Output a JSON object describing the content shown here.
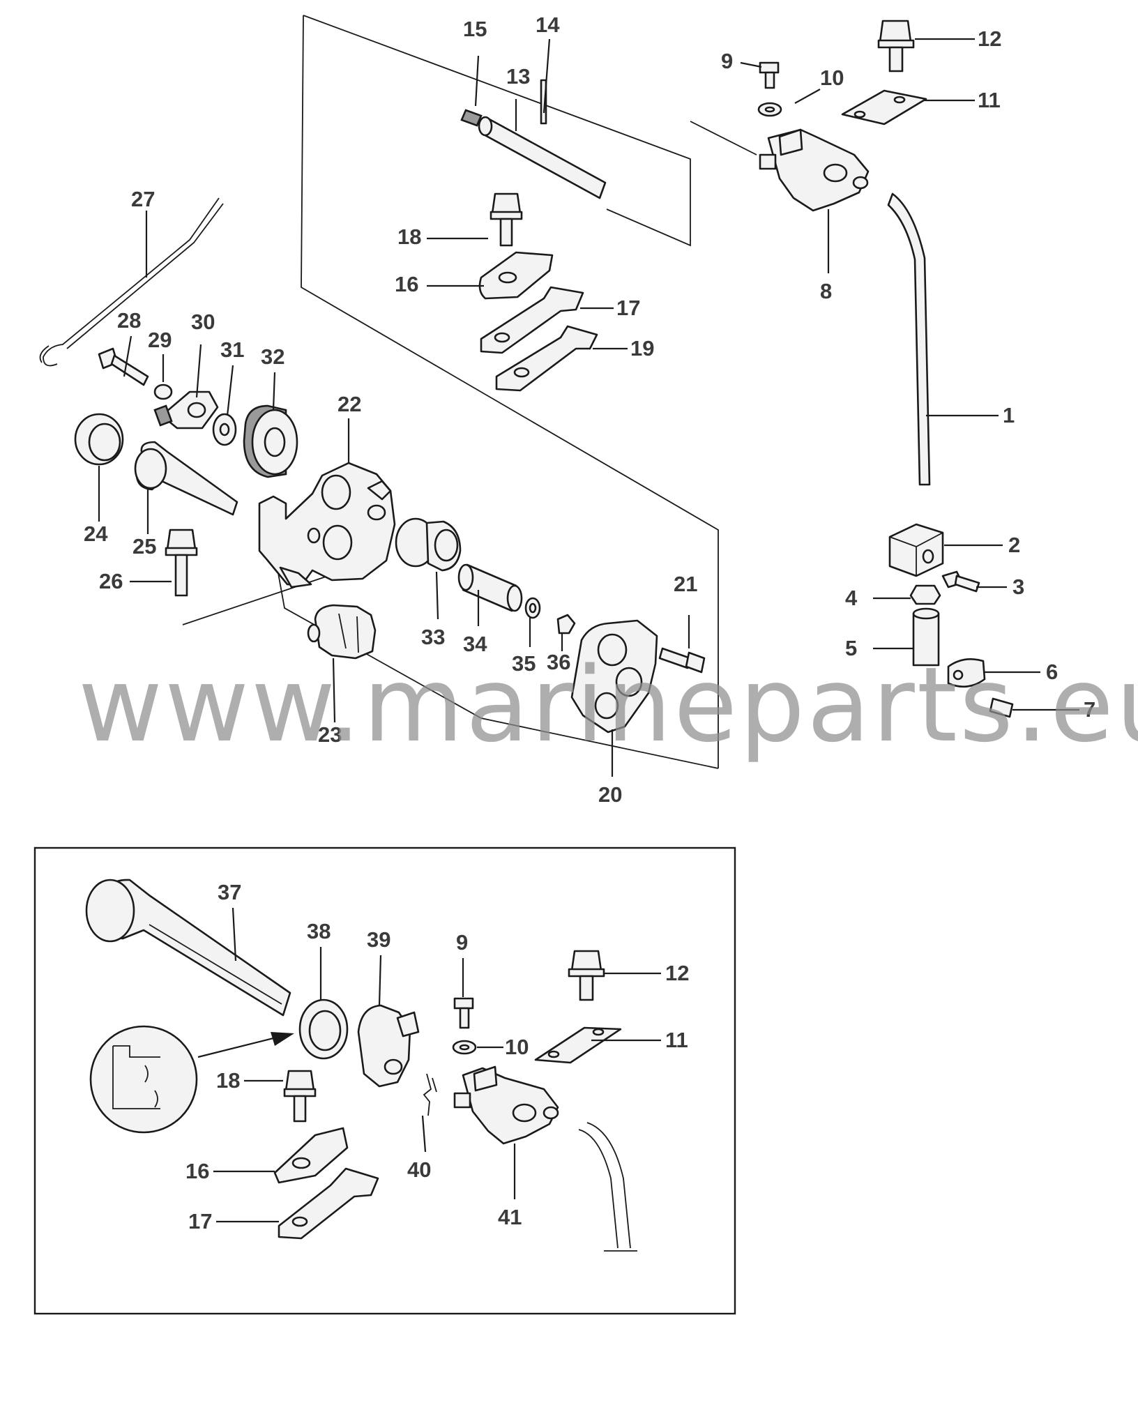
{
  "watermark": "www.marineparts.eu",
  "callouts": [
    {
      "id": "c1",
      "label": "1"
    },
    {
      "id": "c2",
      "label": "2"
    },
    {
      "id": "c3",
      "label": "3"
    },
    {
      "id": "c4",
      "label": "4"
    },
    {
      "id": "c5",
      "label": "5"
    },
    {
      "id": "c6",
      "label": "6"
    },
    {
      "id": "c7",
      "label": "7"
    },
    {
      "id": "c8",
      "label": "8"
    },
    {
      "id": "c9",
      "label": "9"
    },
    {
      "id": "c10",
      "label": "10"
    },
    {
      "id": "c11",
      "label": "11"
    },
    {
      "id": "c12",
      "label": "12"
    },
    {
      "id": "c13",
      "label": "13"
    },
    {
      "id": "c14",
      "label": "14"
    },
    {
      "id": "c15",
      "label": "15"
    },
    {
      "id": "c16",
      "label": "16"
    },
    {
      "id": "c17",
      "label": "17"
    },
    {
      "id": "c18",
      "label": "18"
    },
    {
      "id": "c19",
      "label": "19"
    },
    {
      "id": "c20",
      "label": "20"
    },
    {
      "id": "c21",
      "label": "21"
    },
    {
      "id": "c22",
      "label": "22"
    },
    {
      "id": "c23",
      "label": "23"
    },
    {
      "id": "c24",
      "label": "24"
    },
    {
      "id": "c25",
      "label": "25"
    },
    {
      "id": "c26",
      "label": "26"
    },
    {
      "id": "c27",
      "label": "27"
    },
    {
      "id": "c28",
      "label": "28"
    },
    {
      "id": "c29",
      "label": "29"
    },
    {
      "id": "c30",
      "label": "30"
    },
    {
      "id": "c31",
      "label": "31"
    },
    {
      "id": "c32",
      "label": "32"
    },
    {
      "id": "c33",
      "label": "33"
    },
    {
      "id": "c34",
      "label": "34"
    },
    {
      "id": "c35",
      "label": "35"
    },
    {
      "id": "c36",
      "label": "36"
    },
    {
      "id": "i37",
      "label": "37"
    },
    {
      "id": "i38",
      "label": "38"
    },
    {
      "id": "i39",
      "label": "39"
    },
    {
      "id": "i9",
      "label": "9"
    },
    {
      "id": "i12",
      "label": "12"
    },
    {
      "id": "i10",
      "label": "10"
    },
    {
      "id": "i11",
      "label": "11"
    },
    {
      "id": "i18",
      "label": "18"
    },
    {
      "id": "i16",
      "label": "16"
    },
    {
      "id": "i40",
      "label": "40"
    },
    {
      "id": "i17",
      "label": "17"
    },
    {
      "id": "i41",
      "label": "41"
    }
  ]
}
